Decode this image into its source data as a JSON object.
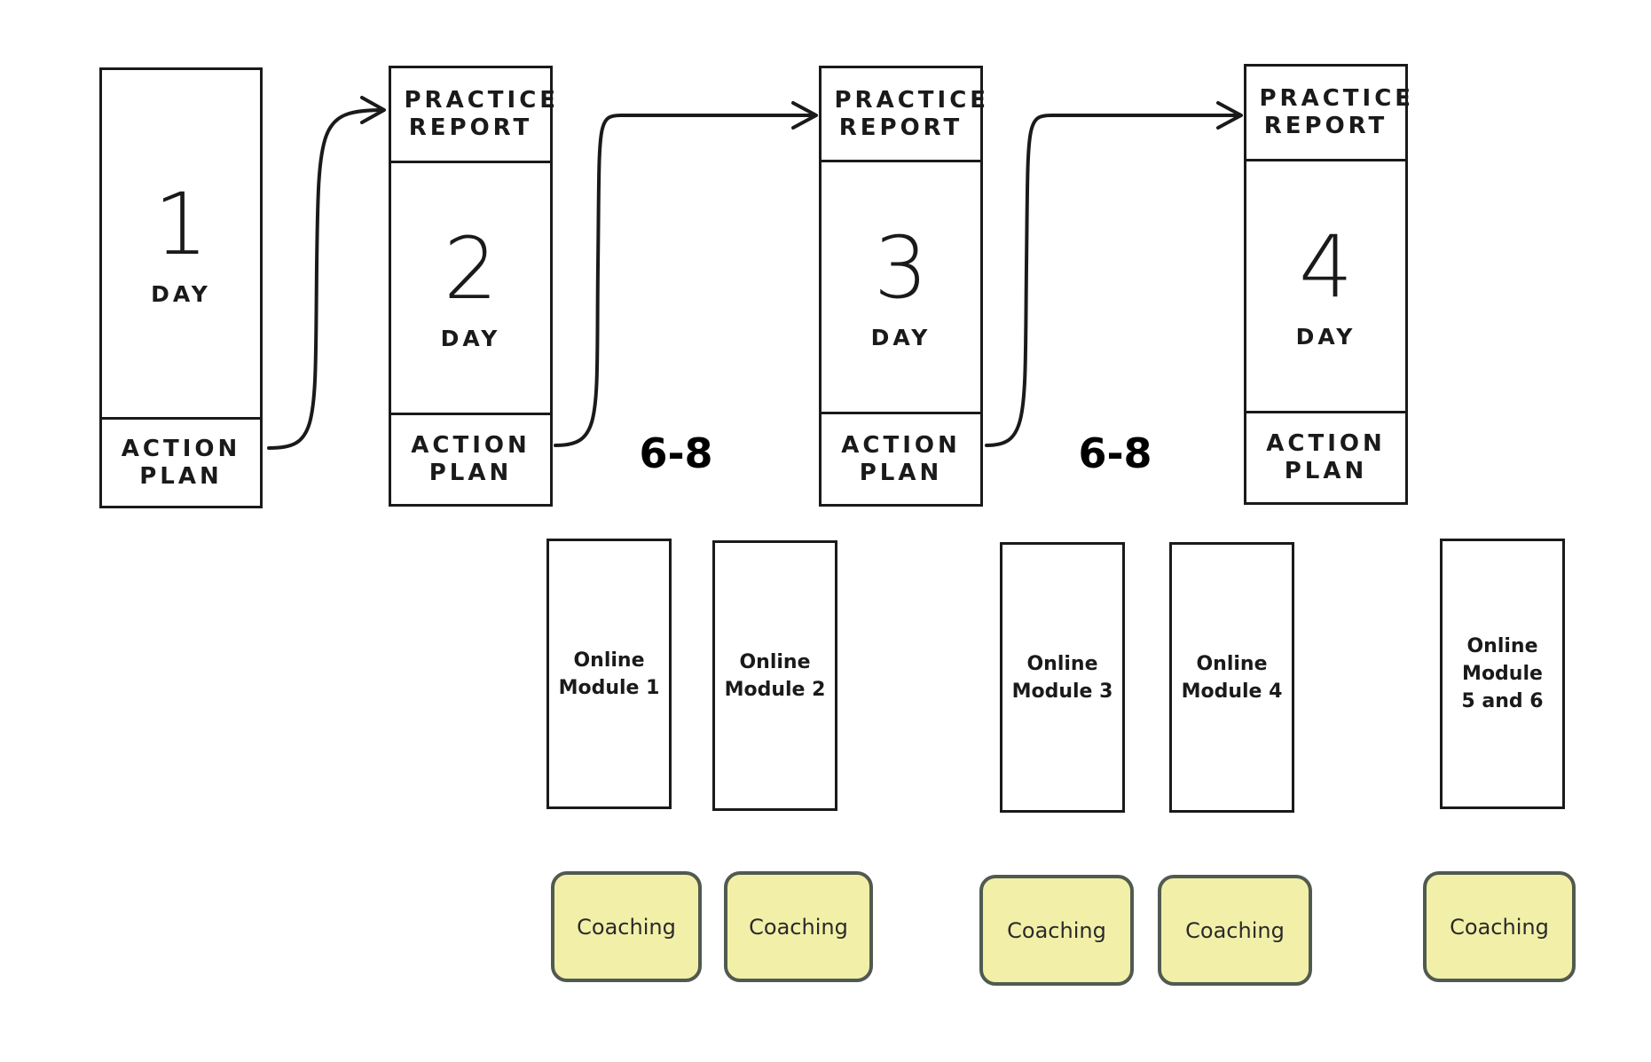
{
  "days": [
    {
      "number": "1",
      "label": "DAY",
      "top": "",
      "bottom": "ACTION PLAN"
    },
    {
      "number": "2",
      "label": "DAY",
      "top": "PRACTICE REPORT",
      "bottom": "ACTION PLAN"
    },
    {
      "number": "3",
      "label": "DAY",
      "top": "PRACTICE REPORT",
      "bottom": "ACTION PLAN"
    },
    {
      "number": "4",
      "label": "DAY",
      "top": "PRACTICE REPORT",
      "bottom": "ACTION PLAN"
    }
  ],
  "gaps": [
    "6-8",
    "6-8"
  ],
  "modules": [
    "Online Module 1",
    "Online Module 2",
    "Online Module 3",
    "Online Module 4",
    "Online Module 5 and 6"
  ],
  "coaching": [
    "Coaching",
    "Coaching",
    "Coaching",
    "Coaching",
    "Coaching"
  ],
  "colors": {
    "coaching_fill": "#f2f0a8",
    "coaching_border": "#505a50",
    "ink": "#1a1a1a"
  }
}
